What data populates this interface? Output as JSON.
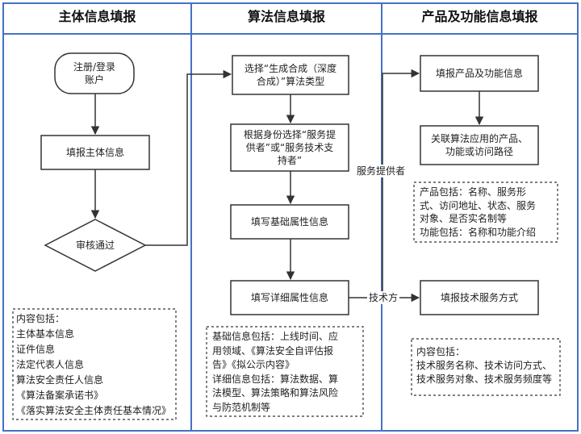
{
  "lanes": [
    {
      "title": "主体信息填报"
    },
    {
      "title": "算法信息填报"
    },
    {
      "title": "产品及功能信息填报"
    }
  ],
  "nodes": {
    "register": "注册/登录\n账户",
    "fill_subject": "填报主体信息",
    "review": "审核通过",
    "choose_type": "选择“生成合成（深度\n合成）”算法类型",
    "choose_identity": "根据身份选择“服务提\n供者”或“服务技术支\n持者”",
    "fill_basic": "填写基础属性信息",
    "fill_detail": "填写详细属性信息",
    "fill_product": "填报产品及功能信息",
    "link_product": "关联算法应用的产品、\n功能或访问路径",
    "fill_tech": "填报技术服务方式"
  },
  "edge_labels": {
    "provider": "服务提供者",
    "tech": "技术方"
  },
  "notes": {
    "subject": [
      "内容包括：",
      "主体基本信息",
      "证件信息",
      "法定代表人信息",
      "算法安全责任人信息",
      "《算法备案承诺书》",
      "《落实算法安全主体责任基本情况》"
    ],
    "algorithm": [
      "基础信息包括：上线时间、应",
      "用领域、《算法安全自评估报",
      "告》《拟公示内容》",
      "详细信息包括：算法数据、算",
      "法模型、算法策略和算法风险",
      "与防范机制等"
    ],
    "product": [
      "产品包括：名称、服务形",
      "式、访问地址、状态、服务",
      "对象、是否实名制等",
      "功能包括：名称和功能介绍"
    ],
    "tech": [
      "内容包括：",
      "技术服务名称、技术访问方式、",
      "技术服务对象、技术服务频度等"
    ]
  },
  "colors": {
    "lane_border": "#4472c4",
    "shape_border": "#333333",
    "arrow": "#333333"
  }
}
